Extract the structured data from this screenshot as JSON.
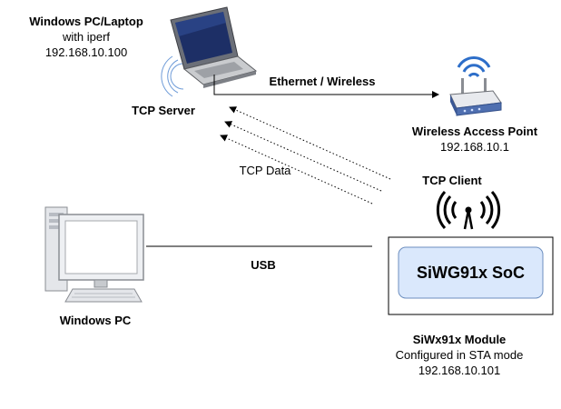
{
  "laptop": {
    "name": "Windows PC/Laptop",
    "software": "with iperf",
    "ip": "192.168.10.100",
    "role": "TCP Server"
  },
  "link_ethernet": "Ethernet / Wireless",
  "access_point": {
    "name": "Wireless Access Point",
    "ip": "192.168.10.1"
  },
  "tcp_data_label": "TCP Data",
  "tcp_client_label": "TCP Client",
  "usb_label": "USB",
  "windows_pc": {
    "name": "Windows PC"
  },
  "soc": {
    "name": "SiWG91x SoC"
  },
  "module": {
    "name": "SiWx91x Module",
    "mode": "Configured in STA mode",
    "ip": "192.168.10.101"
  },
  "colors": {
    "soc_fill": "#dae8fc",
    "soc_stroke": "#6c8ebf",
    "wifi_blue": "#2d6ec9",
    "router_body": "#4f6fb0"
  }
}
